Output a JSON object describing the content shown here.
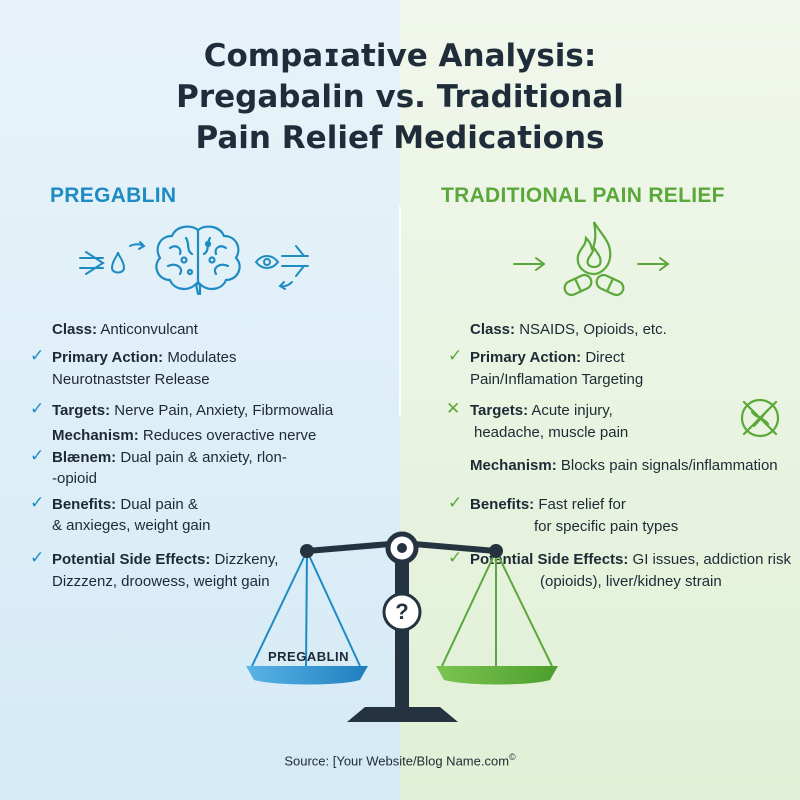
{
  "title": {
    "line1": "Compaɪative Analysis:",
    "line2": "Pregabalin vs. Traditional",
    "line3": "Pain Relief Medications"
  },
  "pregabalin": {
    "heading": "PREGABLIN",
    "class_label": "Class:",
    "class_value": "Anticonvulcant",
    "primary_label": "Primary Action:",
    "primary_value": "Modulates",
    "primary_value_2": "Neurotnastster Release",
    "targets_label": "Targets:",
    "targets_value": "Nerve Pain, Anxiety, Fibrmowalia",
    "mechanism_label": "Mechanism:",
    "mechanism_value": "Reduces overactive nerve",
    "extra_label": "Blænem:",
    "extra_value": "Dual pain & anxiety, rlon-",
    "extra_value_2": "-opioid",
    "benefits_label": "Benefits:",
    "benefits_value": "Dual pain &",
    "benefits_value_2": "& anxieges, weight gain",
    "side_label": "Potential Side Effects:",
    "side_value": "Dizzkeny,",
    "side_value_2": "Dizzzenz, droowess, weight gain"
  },
  "traditional": {
    "heading": "TRADITIONAL PAIN RELIEF",
    "class_label": "Class:",
    "class_value": "NSAIDS, Opioids, etc.",
    "primary_label": "Primary Action:",
    "primary_value": "Direct",
    "primary_value_2": "Pain/Inflamation Targeting",
    "targets_label": "Targets:",
    "targets_value": "Acute injury,",
    "targets_value_2": "headache, muscle pain",
    "mechanism_label": "Mechanism:",
    "mechanism_value": "Blocks pain signals/inflammation",
    "benefits_label": "Benefits:",
    "benefits_value": "Fast relief for",
    "benefits_value_2": "for specific pain types",
    "side_label": "Potential Side Effects:",
    "side_value": "GI issues, addiction risk",
    "side_value_2": "(opioids), liver/kidney strain"
  },
  "scale": {
    "left_pan_label": "PREGABLIN",
    "center_symbol": "?"
  },
  "marks": {
    "check": "✓",
    "cross": "✕"
  },
  "source": {
    "text": "Source: [Your Website/Blog Name.com",
    "mark": "©"
  },
  "colors": {
    "pregabalin": "#1e8bc3",
    "traditional": "#5aa83a",
    "dark": "#1f2d3a"
  },
  "icons": [
    "brain-icon",
    "nerve-signal-icon",
    "flame-pills-icon",
    "no-pain-icon",
    "balance-scale-icon"
  ]
}
